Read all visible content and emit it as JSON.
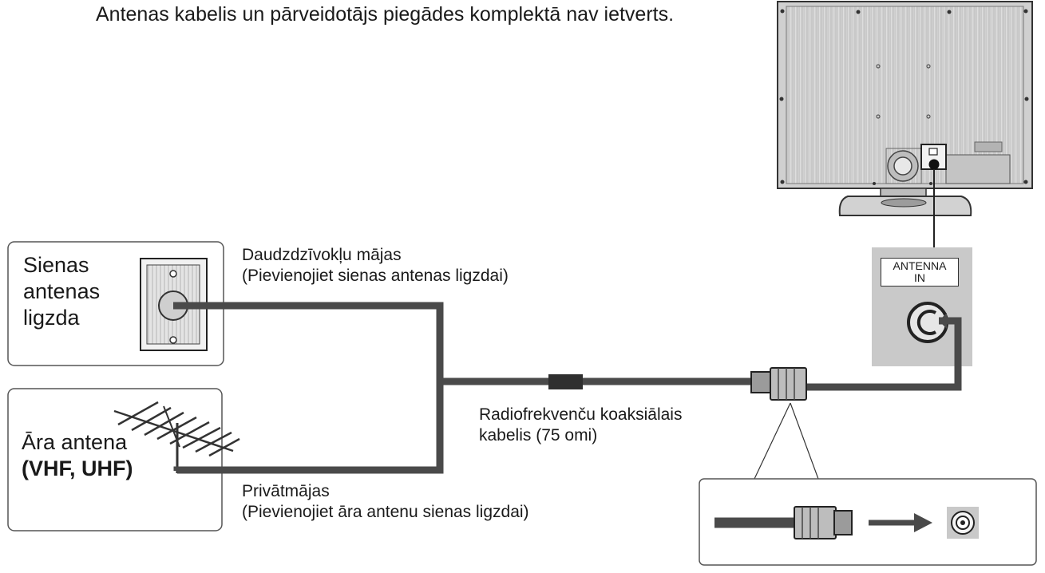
{
  "note": "Antenas kabelis un pārveidotājs piegādes komplektā nav ietverts.",
  "wall_socket": {
    "line1": "Sienas",
    "line2": "antenas",
    "line3": "ligzda"
  },
  "outdoor_antenna": {
    "line1": "Āra antena",
    "line2": "(VHF, UHF)"
  },
  "apartments": {
    "line1": "Daudzdzīvokļu mājas",
    "line2": "(Pievienojiet sienas antenas ligzdai)"
  },
  "private_houses": {
    "line1": "Privātmājas",
    "line2": "(Pievienojiet āra antenu sienas ligzdai)"
  },
  "coax_cable": {
    "line1": "Radiofrekvenču koaksiālais",
    "line2": "kabelis (75 omi)"
  },
  "tv_port": {
    "line1": "ANTENNA",
    "line2": "IN"
  },
  "colors": {
    "cable": "#4a4a4a",
    "port_panel": "#c9c9c9",
    "tv_body": "#bdbdbd",
    "box_border": "#555555"
  }
}
